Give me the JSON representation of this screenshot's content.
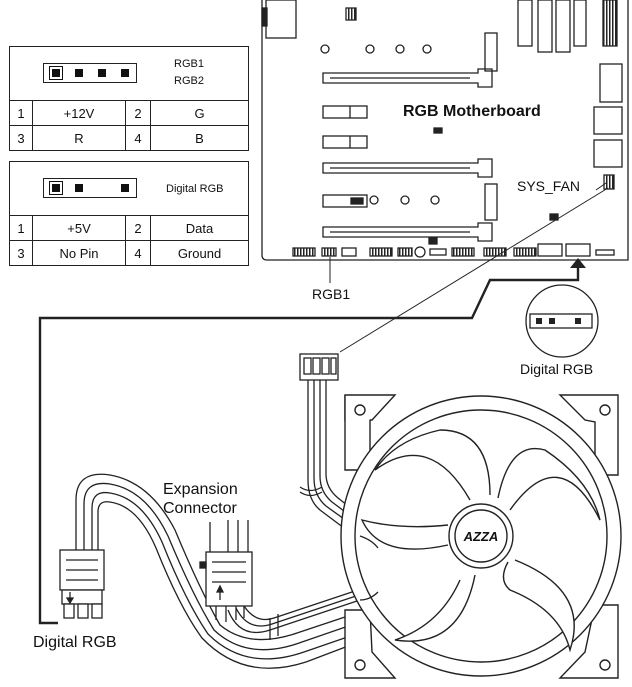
{
  "table1": {
    "header_labels": [
      "RGB1",
      "RGB2"
    ],
    "rows": [
      [
        "1",
        "+12V",
        "2",
        "G"
      ],
      [
        "3",
        "R",
        "4",
        "B"
      ]
    ]
  },
  "table2": {
    "header_label": "Digital RGB",
    "rows": [
      [
        "1",
        "+5V",
        "2",
        "Data"
      ],
      [
        "3",
        "No Pin",
        "4",
        "Ground"
      ]
    ]
  },
  "labels": {
    "motherboard": "RGB Motherboard",
    "sys_fan": "SYS_FAN",
    "rgb1": "RGB1",
    "digital_rgb_header": "Digital RGB",
    "expansion_line1": "Expansion",
    "expansion_line2": "Connector",
    "digital_rgb_connector": "Digital RGB",
    "fan_logo": "AZZA"
  }
}
